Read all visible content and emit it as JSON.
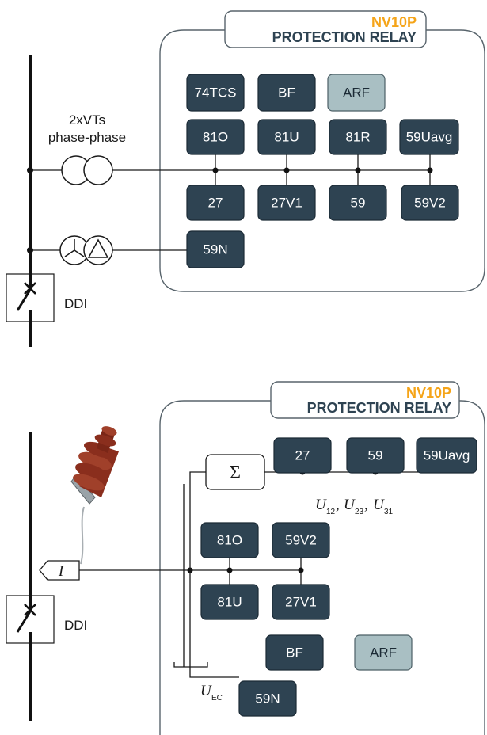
{
  "diagram1": {
    "title_model": "NV10P",
    "title_name": "PROTECTION RELAY",
    "vt_label_line1": "2xVTs",
    "vt_label_line2": "phase-phase",
    "breaker_label": "DDI",
    "blocks": {
      "b74tcs": "74TCS",
      "bf": "BF",
      "arf": "ARF",
      "b81o": "81O",
      "b81u": "81U",
      "b81r": "81R",
      "b59uavg": "59Uavg",
      "b27": "27",
      "b27v1": "27V1",
      "b59": "59",
      "b59v2": "59V2",
      "b59n": "59N"
    }
  },
  "diagram2": {
    "title_model": "NV10P",
    "title_name": "PROTECTION RELAY",
    "breaker_label": "DDI",
    "input_label": "I",
    "sigma": "Σ",
    "u_sym": "U",
    "u12": "12",
    "u23": "23",
    "u31": "31",
    "uec": "EC",
    "comma": ",",
    "blocks": {
      "b27": "27",
      "b59": "59",
      "b59uavg": "59Uavg",
      "b81o": "81O",
      "b59v2": "59V2",
      "b81u": "81U",
      "b27v1": "27V1",
      "bf": "BF",
      "arf": "ARF",
      "b59n": "59N"
    }
  },
  "colors": {
    "block_dark": "#2e4352",
    "block_light": "#a9bfc3",
    "accent_orange": "#f5a418",
    "sensor_brown": "#8a2e1d"
  }
}
